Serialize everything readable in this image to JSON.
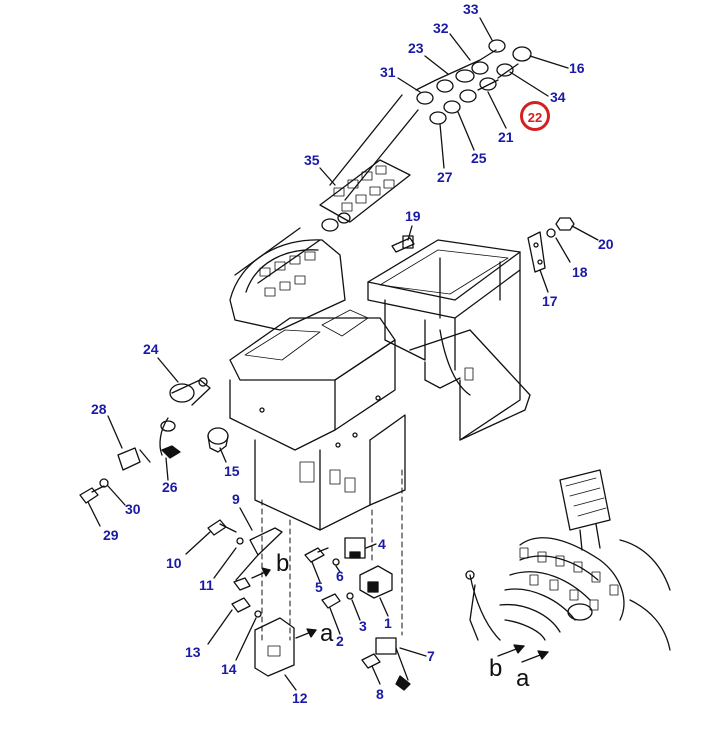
{
  "diagram": {
    "callouts": [
      {
        "id": "c33",
        "text": "33"
      },
      {
        "id": "c32",
        "text": "32"
      },
      {
        "id": "c23",
        "text": "23"
      },
      {
        "id": "c31",
        "text": "31"
      },
      {
        "id": "c16",
        "text": "16"
      },
      {
        "id": "c34",
        "text": "34"
      },
      {
        "id": "c21",
        "text": "21"
      },
      {
        "id": "c25",
        "text": "25"
      },
      {
        "id": "c27",
        "text": "27"
      },
      {
        "id": "c35",
        "text": "35"
      },
      {
        "id": "c19",
        "text": "19"
      },
      {
        "id": "c20",
        "text": "20"
      },
      {
        "id": "c18",
        "text": "18"
      },
      {
        "id": "c17",
        "text": "17"
      },
      {
        "id": "c24",
        "text": "24"
      },
      {
        "id": "c28",
        "text": "28"
      },
      {
        "id": "c15",
        "text": "15"
      },
      {
        "id": "c26",
        "text": "26"
      },
      {
        "id": "c30",
        "text": "30"
      },
      {
        "id": "c29",
        "text": "29"
      },
      {
        "id": "c9",
        "text": "9"
      },
      {
        "id": "c10",
        "text": "10"
      },
      {
        "id": "c11",
        "text": "11"
      },
      {
        "id": "c4",
        "text": "4"
      },
      {
        "id": "c6",
        "text": "6"
      },
      {
        "id": "c5",
        "text": "5"
      },
      {
        "id": "c3",
        "text": "3"
      },
      {
        "id": "c1",
        "text": "1"
      },
      {
        "id": "c2",
        "text": "2"
      },
      {
        "id": "c13",
        "text": "13"
      },
      {
        "id": "c14",
        "text": "14"
      },
      {
        "id": "c7",
        "text": "7"
      },
      {
        "id": "c8",
        "text": "8"
      },
      {
        "id": "c12",
        "text": "12"
      }
    ],
    "highlighted_callout": {
      "text": "22",
      "color": "#d42020"
    },
    "connector_letters": {
      "a_left": "a",
      "b_left": "b",
      "b_right": "b",
      "a_right": "a"
    },
    "colors": {
      "callout_text": "#1a1aa6",
      "line_art": "#111111",
      "highlight": "#d42020"
    }
  }
}
